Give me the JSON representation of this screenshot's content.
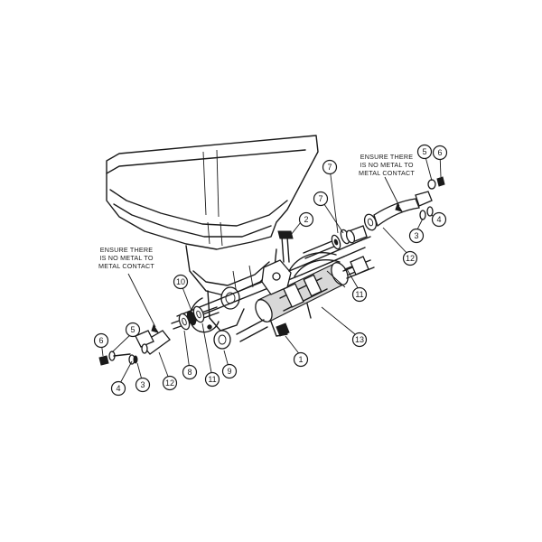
{
  "notes": {
    "left": [
      "ENSURE THERE",
      "IS NO METAL TO",
      "METAL CONTACT"
    ],
    "right": [
      "ENSURE THERE",
      "IS NO METAL TO",
      "METAL CONTACT"
    ]
  },
  "callouts": [
    {
      "id": "c1",
      "label": "1"
    },
    {
      "id": "c2",
      "label": "2"
    },
    {
      "id": "c3a",
      "label": "3"
    },
    {
      "id": "c3b",
      "label": "3"
    },
    {
      "id": "c4a",
      "label": "4"
    },
    {
      "id": "c4b",
      "label": "4"
    },
    {
      "id": "c5a",
      "label": "5"
    },
    {
      "id": "c5b",
      "label": "5"
    },
    {
      "id": "c6a",
      "label": "6"
    },
    {
      "id": "c6b",
      "label": "6"
    },
    {
      "id": "c7a",
      "label": "7"
    },
    {
      "id": "c7b",
      "label": "7"
    },
    {
      "id": "c8",
      "label": "8"
    },
    {
      "id": "c9",
      "label": "9"
    },
    {
      "id": "c10",
      "label": "10"
    },
    {
      "id": "c11a",
      "label": "11"
    },
    {
      "id": "c11b",
      "label": "11"
    },
    {
      "id": "c12a",
      "label": "12"
    },
    {
      "id": "c12b",
      "label": "12"
    },
    {
      "id": "c13",
      "label": "13"
    }
  ]
}
